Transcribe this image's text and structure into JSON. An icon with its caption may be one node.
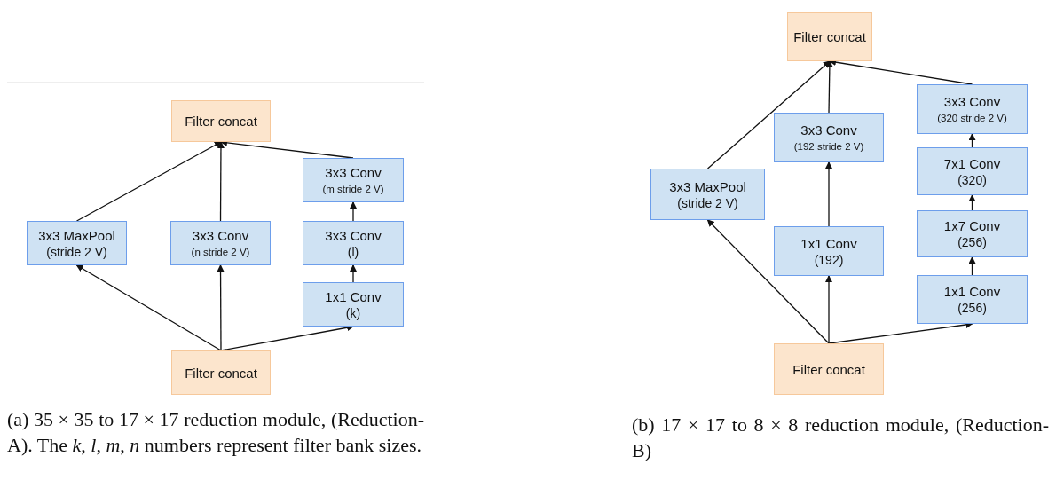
{
  "diagram": {
    "nodes": [
      {
        "text": [
          "Filter concat"
        ]
      },
      {
        "text": [
          "3x3 MaxPool",
          "(stride 2 V)"
        ]
      },
      {
        "text": [
          "3x3 Conv",
          "(n stride 2 V)"
        ]
      },
      {
        "text": [
          "3x3 Conv",
          "(m stride 2 V)"
        ]
      },
      {
        "text": [
          "3x3 Conv",
          "(l)"
        ]
      },
      {
        "text": [
          "1x1 Conv",
          "(k)"
        ]
      },
      {
        "text": [
          "Filter concat"
        ]
      },
      {
        "text": [
          "Filter concat"
        ]
      },
      {
        "text": [
          "3x3 MaxPool",
          "(stride 2 V)"
        ]
      },
      {
        "text": [
          "3x3 Conv",
          "(192 stride 2 V)"
        ]
      },
      {
        "text": [
          "3x3 Conv",
          "(320 stride 2 V)"
        ]
      },
      {
        "text": [
          "7x1 Conv",
          "(320)"
        ]
      },
      {
        "text": [
          "1x7 Conv",
          "(256)"
        ]
      },
      {
        "text": [
          "1x1 Conv",
          "(192)"
        ]
      },
      {
        "text": [
          "1x1 Conv",
          "(256)"
        ]
      },
      {
        "text": [
          "Filter concat"
        ]
      }
    ],
    "edges": [
      {
        "from": 6,
        "to": 1,
        "arrow": "to"
      },
      {
        "from": 6,
        "to": 2,
        "arrow": "to"
      },
      {
        "from": 6,
        "to": 5,
        "arrow": "to"
      },
      {
        "from": 5,
        "to": 4,
        "arrow": "to"
      },
      {
        "from": 4,
        "to": 3,
        "arrow": "to"
      },
      {
        "from": 1,
        "to": 0,
        "arrow": "to"
      },
      {
        "from": 2,
        "to": 0,
        "arrow": "to"
      },
      {
        "from": 3,
        "to": 0,
        "arrow": "to"
      },
      {
        "from": 15,
        "to": 8,
        "arrow": "to"
      },
      {
        "from": 15,
        "to": 13,
        "arrow": "to"
      },
      {
        "from": 15,
        "to": 14,
        "arrow": "to"
      },
      {
        "from": 14,
        "to": 12,
        "arrow": "to"
      },
      {
        "from": 12,
        "to": 11,
        "arrow": "to"
      },
      {
        "from": 11,
        "to": 10,
        "arrow": "to"
      },
      {
        "from": 13,
        "to": 9,
        "arrow": "to"
      },
      {
        "from": 8,
        "to": 7,
        "arrow": "to"
      },
      {
        "from": 9,
        "to": 7,
        "arrow": "to"
      },
      {
        "from": 10,
        "to": 7,
        "arrow": "to"
      }
    ],
    "labels": [
      "(a) 35 × 35 to 17 × 17 reduction module, (Reduction-A). The *k*, *l*, *m*, *n* numbers represent filter bank sizes.",
      "(b) 17 × 17 to 8 × 8 reduction module, (Reduction-B)"
    ]
  }
}
